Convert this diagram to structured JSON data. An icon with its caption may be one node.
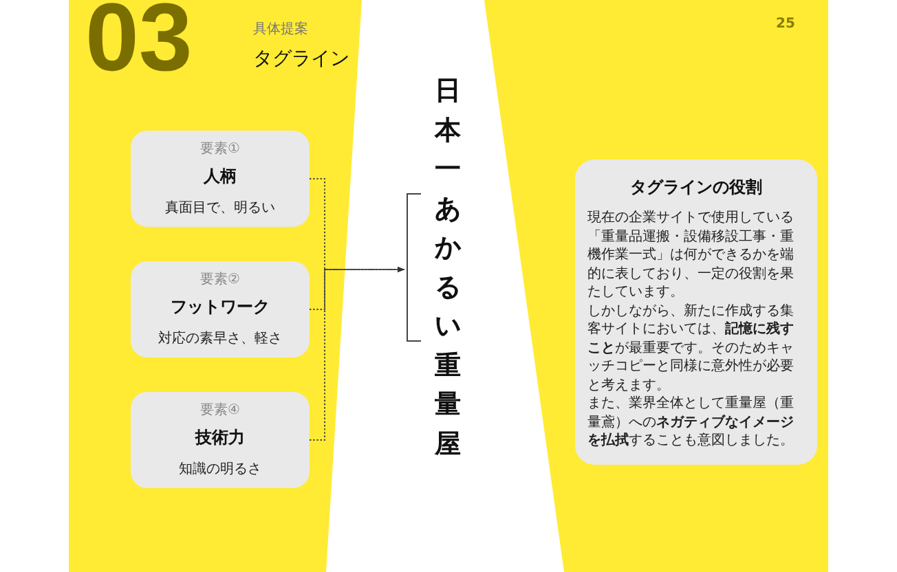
{
  "diagram": {
    "nodes": [
      {
        "text": [
          "要素①",
          "人柄",
          "真面目で、明るい"
        ]
      },
      {
        "text": [
          "要素②",
          "フットワーク",
          "対応の素早さ、軽さ"
        ]
      },
      {
        "text": [
          "要素④",
          "技術力",
          "知識の明るさ"
        ]
      },
      {
        "text": [
          "日本一あかるい重量屋"
        ]
      },
      {
        "text": [
          "タグラインの役割",
          "現在の企業サイトで使用している「重量品運搬・設備移設工事・重機作業一式」は何ができるかを端的に表しており、一定の役割を果たしています。",
          "しかしながら、新たに作成する集客サイトにおいては、**記憶に残すこと**が最重要です。そのためキャッチコピーと同様に意外性が必要と考えます。",
          "また、業界全体として重量屋（重量鳶）への**ネガティブなイメージを払拭**することも意図しました。"
        ]
      }
    ],
    "edges": [
      {
        "from": 0,
        "to": 3,
        "arrow": "to",
        "style": "dashed"
      },
      {
        "from": 1,
        "to": 3,
        "arrow": "to",
        "style": "dashed"
      },
      {
        "from": 2,
        "to": 3,
        "arrow": "to",
        "style": "dashed"
      }
    ],
    "labels": [
      "03",
      "具体提案",
      "タグライン",
      "25"
    ]
  }
}
